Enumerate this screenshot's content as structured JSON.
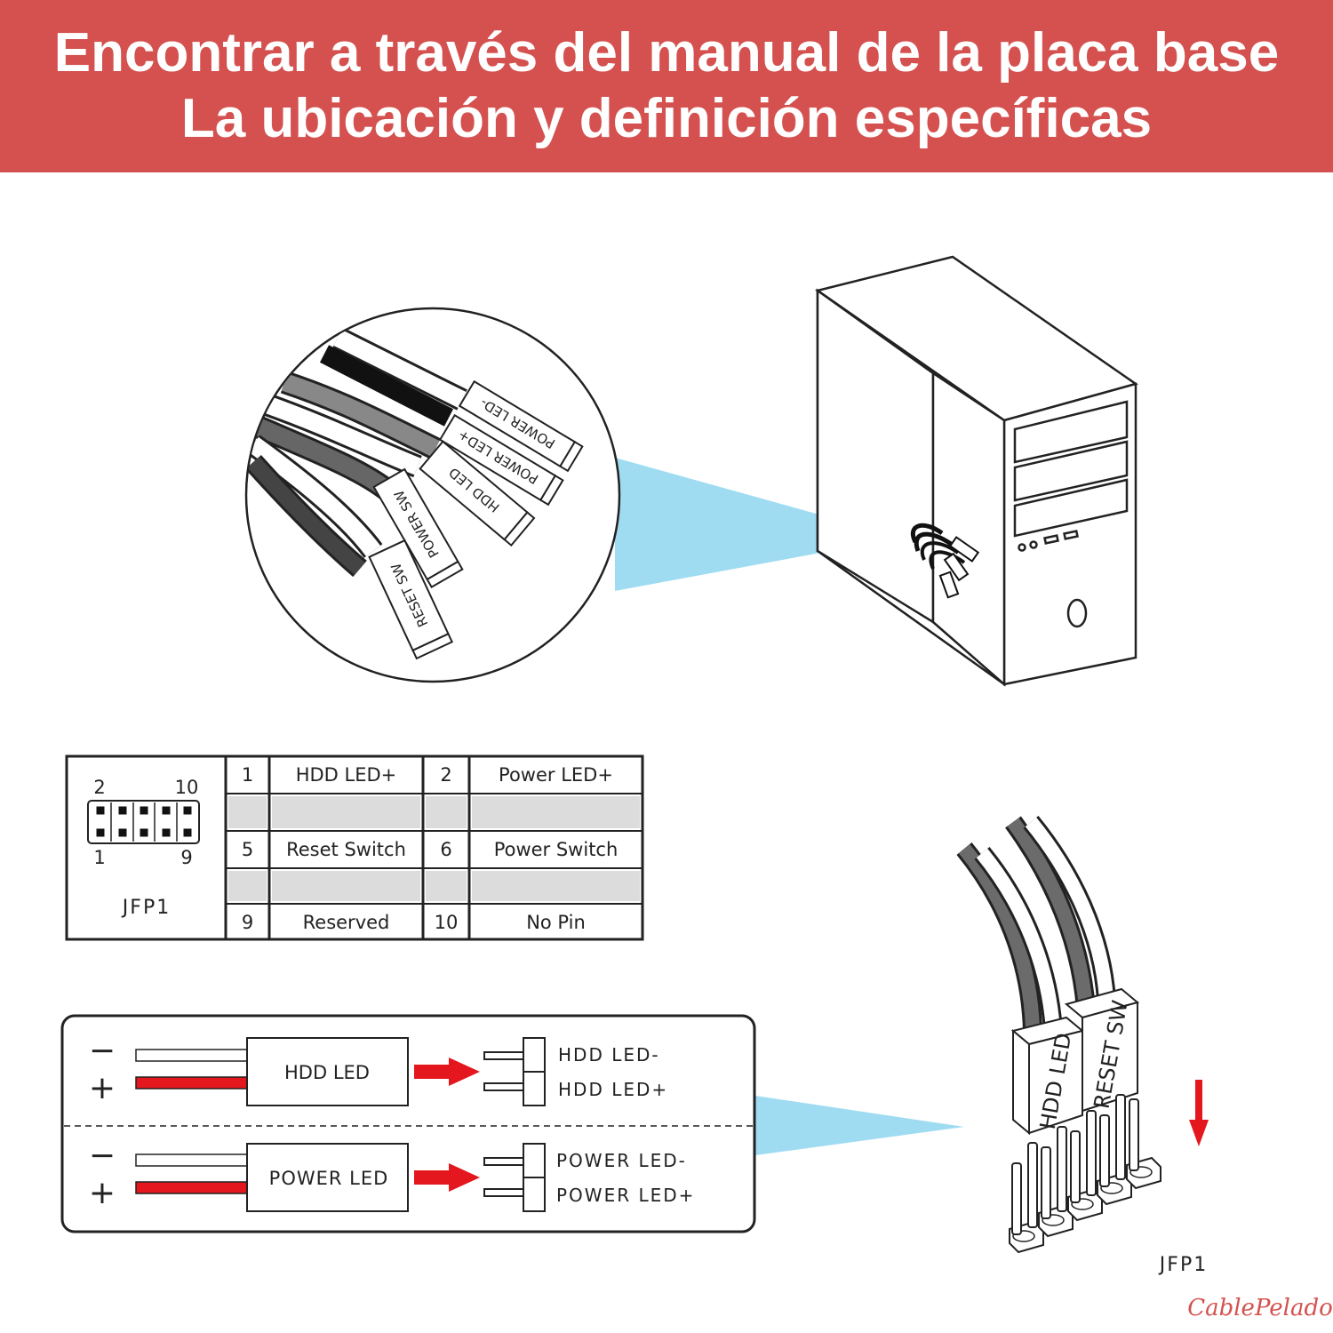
{
  "banner": {
    "line1": "Encontrar a través del manual de la placa base",
    "line2": "La ubicación y definición específicas"
  },
  "connectors": {
    "power_led_minus": "POWER LED-",
    "power_led_plus": "POWER LED+",
    "hdd_led": "HDD LED",
    "power_sw": "POWER SW",
    "reset_sw": "RESET SW"
  },
  "pin_header": {
    "label_top_left": "2",
    "label_top_right": "10",
    "label_bottom_left": "1",
    "label_bottom_right": "9",
    "name": "JFP1"
  },
  "pin_table": {
    "rows": [
      [
        "1",
        "HDD LED+",
        "2",
        "Power LED+"
      ],
      [
        "",
        "",
        "",
        ""
      ],
      [
        "5",
        "Reset Switch",
        "6",
        "Power Switch"
      ],
      [
        "",
        "",
        "",
        ""
      ],
      [
        "9",
        "Reserved",
        "10",
        "No Pin"
      ]
    ]
  },
  "wiring": {
    "hdd": {
      "minus_sign": "−",
      "plus_sign": "+",
      "box_label": "HDD LED",
      "pin_minus": "HDD LED-",
      "pin_plus": "HDD LED+"
    },
    "power": {
      "minus_sign": "−",
      "plus_sign": "+",
      "box_label": "POWER LED",
      "pin_minus": "POWER LED-",
      "pin_plus": "POWER LED+"
    }
  },
  "plug_3d": {
    "label_hdd": "HDD LED",
    "label_reset": "RESET SW",
    "header_name": "JFP1"
  },
  "watermark": "CablePelado",
  "colors": {
    "banner": "#d4514f",
    "wire_red": "#e3171d",
    "beam": "#9fdcf2",
    "arrow_red": "#e3171d"
  }
}
